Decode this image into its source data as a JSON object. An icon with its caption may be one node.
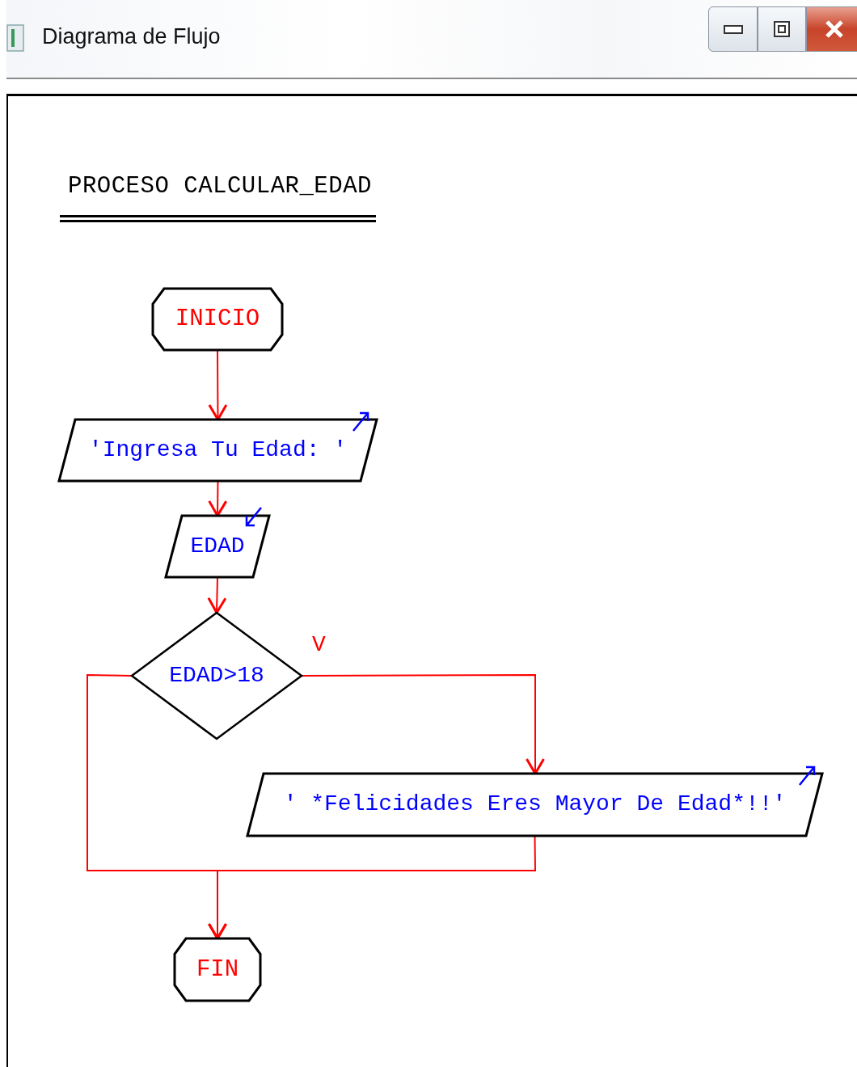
{
  "diagram": {
    "title": "PROCESO CALCULAR_EDAD",
    "nodes": [
      {
        "text": [
          "INICIO"
        ]
      },
      {
        "text": [
          "'Ingresa Tu Edad: '"
        ]
      },
      {
        "text": [
          "EDAD"
        ]
      },
      {
        "text": [
          "EDAD>18"
        ]
      },
      {
        "text": [
          "' *Felicidades Eres Mayor De Edad*!!'"
        ]
      },
      {
        "text": [
          "FIN"
        ]
      }
    ],
    "edges": [
      {
        "from": 0,
        "to": 1,
        "arrow": "to"
      },
      {
        "from": 1,
        "to": 2,
        "arrow": "to"
      },
      {
        "from": 2,
        "to": 3,
        "arrow": "to"
      },
      {
        "from": 3,
        "to": 4,
        "arrow": "to",
        "label": "V"
      },
      {
        "from": 3,
        "to": 5,
        "arrow": "to"
      },
      {
        "from": 4,
        "to": 5,
        "arrow": "to"
      }
    ],
    "labels": [
      "Diagrama de Flujo"
    ]
  }
}
